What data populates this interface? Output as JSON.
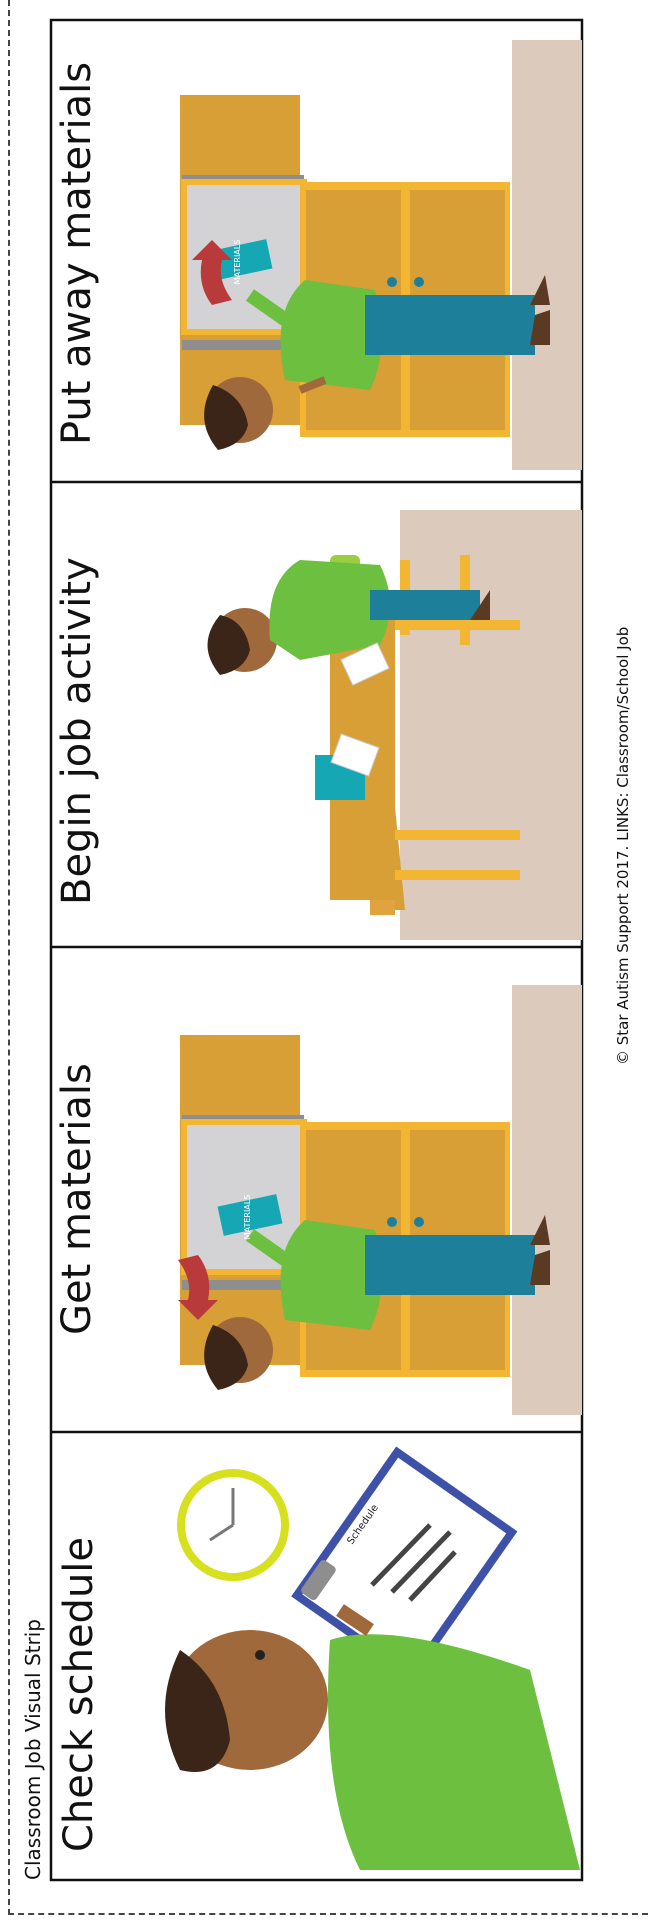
{
  "document": {
    "title": "Classroom Job Visual Strip",
    "copyright": "© Star Autism Support 2017. LINKS: Classroom/School Job"
  },
  "panels": [
    {
      "label": "Check schedule"
    },
    {
      "label": "Get materials"
    },
    {
      "label": "Begin job activity"
    },
    {
      "label": "Put away materials"
    }
  ],
  "illustration_text": {
    "schedule": "Schedule",
    "materials": "MATERIALS"
  },
  "colors": {
    "skin": "#a0693c",
    "hair": "#3b2418",
    "shirt": "#6cbf3f",
    "pants": "#1e7f9a",
    "cabinet": "#d89f36",
    "cabinet_trim": "#f2b632",
    "floor": "#dccbbd",
    "clipboard": "#3d51a8",
    "clock": "#d7e01f",
    "box": "#16a7b5",
    "arrow": "#b83a3a"
  }
}
